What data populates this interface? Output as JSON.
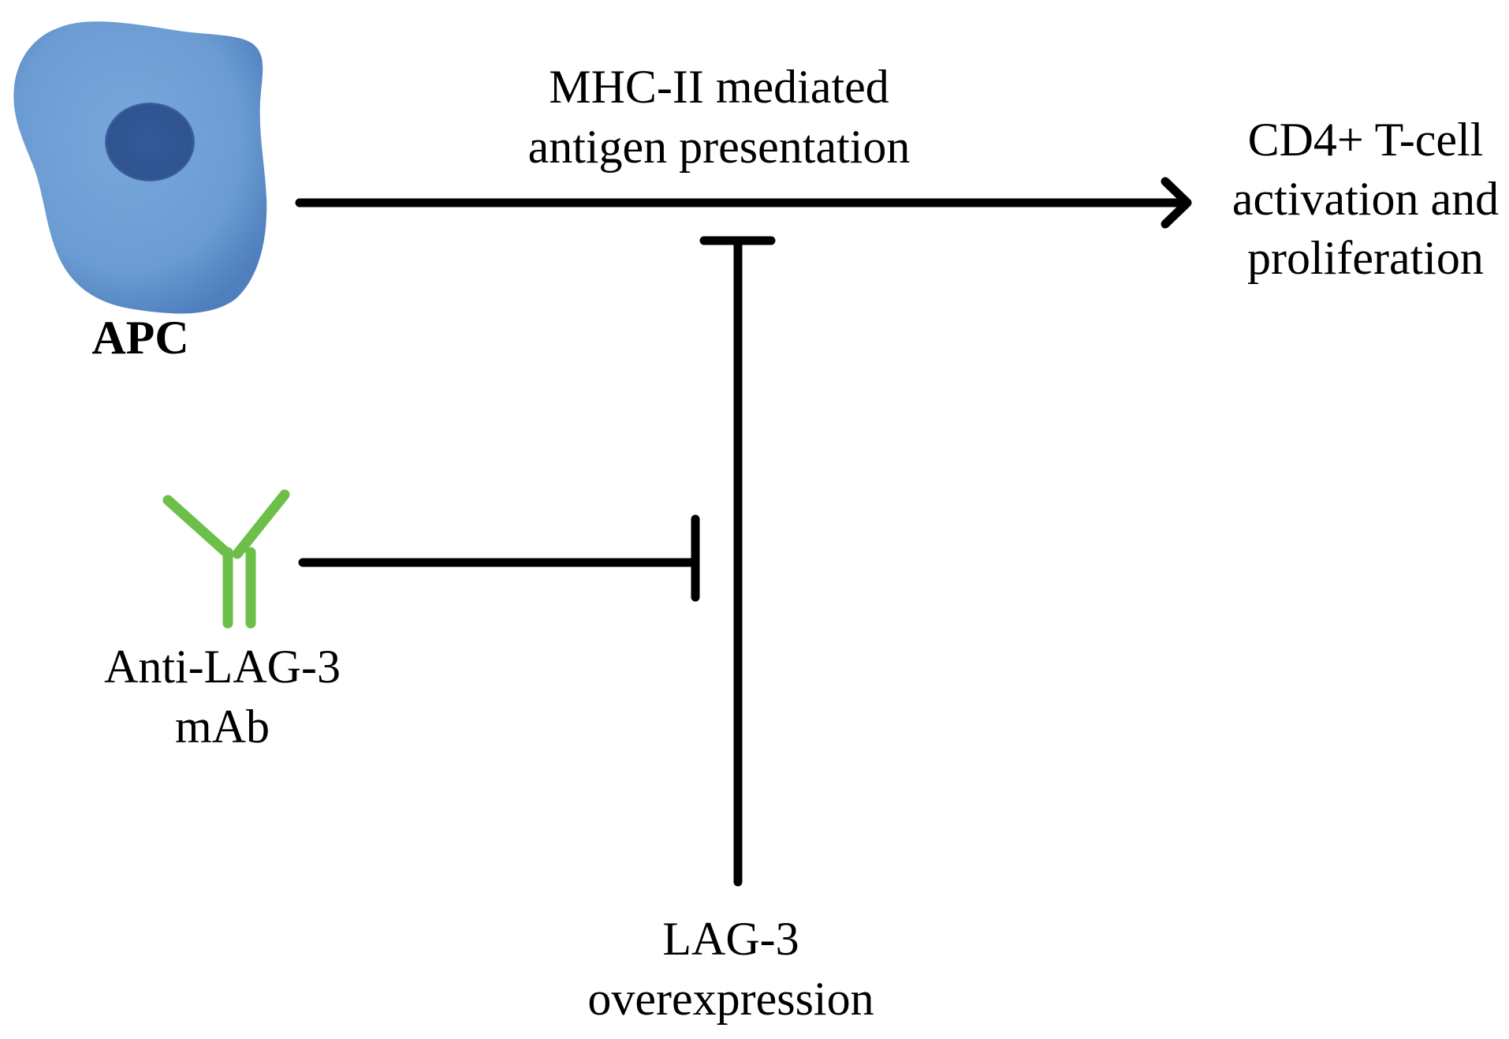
{
  "nodes": {
    "apc": {
      "label": "APC"
    },
    "tcell": {
      "lines": [
        "CD4+ T-cell",
        "activation and",
        "proliferation"
      ]
    },
    "antibody": {
      "lines": [
        "Anti-LAG-3",
        "mAb"
      ]
    },
    "lag3": {
      "lines": [
        "LAG-3",
        "overexpression"
      ]
    }
  },
  "edges": {
    "presentation": {
      "lines": [
        "MHC-II mediated",
        "antigen presentation"
      ],
      "kind": "activation-arrow"
    },
    "lag3_inhibits_presentation": {
      "kind": "inhibition"
    },
    "antibody_inhibits_lag3": {
      "kind": "inhibition"
    }
  },
  "colors": {
    "cell_body": "#6a9bd2",
    "cell_edge": "#4f7fbd",
    "nucleus": "#2f5490",
    "antibody": "#6cc04a",
    "line": "#000000"
  }
}
